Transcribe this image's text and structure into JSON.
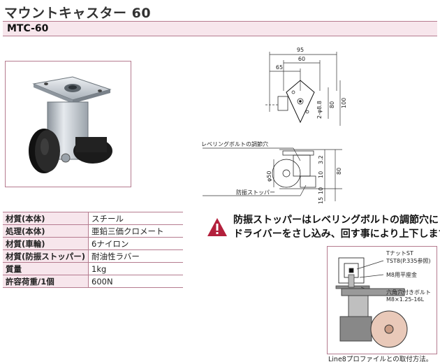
{
  "title": "マウントキャスター 60",
  "model": "MTC-60",
  "top_drawing": {
    "dim_95": "95",
    "dim_60": "60",
    "dim_65": "65",
    "dim_hole": "2-φ8.8",
    "dim_80": "80",
    "dim_100": "100"
  },
  "side_drawing": {
    "callout_leveling": "レベリングボルトの調節穴",
    "callout_stopper": "防振ストッパー",
    "dim_d50": "φ50",
    "dim_32": "3.2",
    "dim_10a": "10",
    "dim_80": "80",
    "dim_10b": "10",
    "dim_15": "15"
  },
  "specs": [
    {
      "key": "材質(本体)",
      "value": "スチール"
    },
    {
      "key": "処理(本体)",
      "value": "亜鉛三価クロメート"
    },
    {
      "key": "材質(車輪)",
      "value": "6ナイロン"
    },
    {
      "key": "材質(防振ストッパー)",
      "value": "耐油性ラバー"
    },
    {
      "key": "質量",
      "value": "1kg"
    },
    {
      "key": "許容荷重/1個",
      "value": "600N"
    }
  ],
  "warning": {
    "line1": "防振ストッパーはレベリングボルトの調節穴に",
    "line2": "ドライバーをさし込み、回す事により上下します。"
  },
  "line8": {
    "label1": "TナットST",
    "label2": "TST8(P.335参照)",
    "label3": "M8用平座金",
    "label4": "六角穴付きボルト",
    "label5": "M8×1.25-16L",
    "caption": "Line8プロファイルとの取付方法。"
  },
  "colors": {
    "accent": "#b57b8f",
    "accent_bg": "#f7e6ec",
    "warning_red": "#b3203c"
  }
}
